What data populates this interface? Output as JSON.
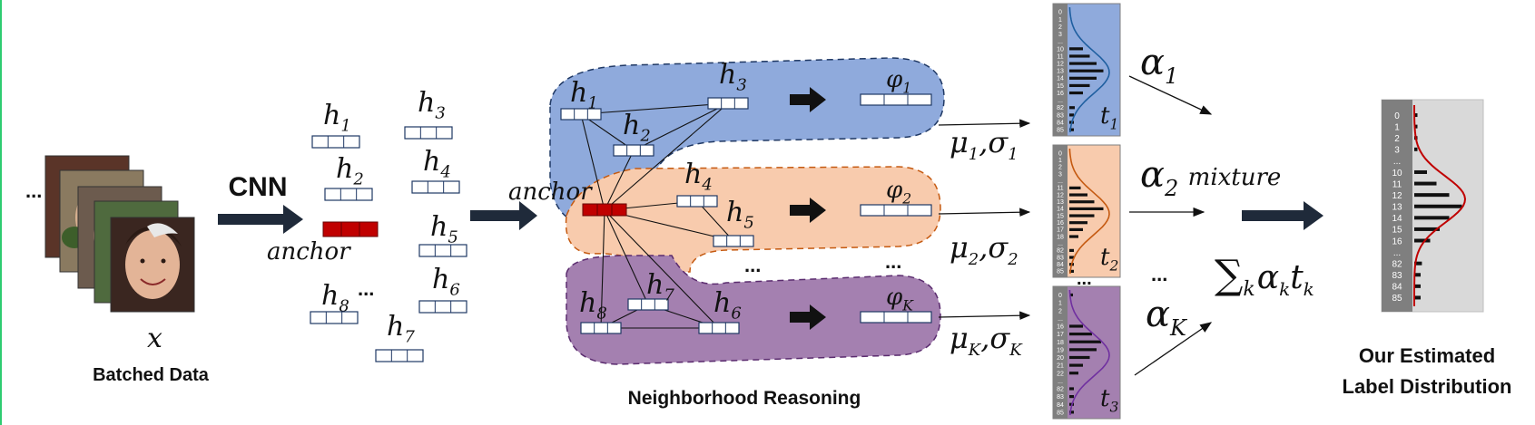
{
  "input": {
    "ellipsis": "...",
    "symbol": "x",
    "caption": "Batched Data"
  },
  "cnn_label": "CNN",
  "features": {
    "nodes": [
      {
        "base": "h",
        "sub": "1"
      },
      {
        "base": "h",
        "sub": "2"
      },
      {
        "base": "h",
        "sub": "3"
      },
      {
        "base": "h",
        "sub": "4"
      },
      {
        "base": "h",
        "sub": "5"
      },
      {
        "base": "h",
        "sub": "6"
      },
      {
        "base": "h",
        "sub": "7"
      },
      {
        "base": "h",
        "sub": "8"
      }
    ],
    "anchor_label": "anchor",
    "ellipsis": "..."
  },
  "reasoning": {
    "anchor_label": "anchor",
    "caption": "Neighborhood Reasoning",
    "groups": [
      {
        "color": "#8faadc",
        "nodes": [
          {
            "base": "h",
            "sub": "1"
          },
          {
            "base": "h",
            "sub": "2"
          },
          {
            "base": "h",
            "sub": "3"
          }
        ],
        "phi": {
          "base": "φ",
          "sub": "1"
        },
        "params": {
          "mu": "μ",
          "mu_sub": "1",
          "sigma": "σ",
          "sigma_sub": "1",
          "sep": ","
        }
      },
      {
        "color": "#f8cbad",
        "nodes": [
          {
            "base": "h",
            "sub": "4"
          },
          {
            "base": "h",
            "sub": "5"
          }
        ],
        "phi": {
          "base": "φ",
          "sub": "2"
        },
        "params": {
          "mu": "μ",
          "mu_sub": "2",
          "sigma": "σ",
          "sigma_sub": "2",
          "sep": ","
        }
      },
      {
        "color": "#a480b0",
        "nodes": [
          {
            "base": "h",
            "sub": "8"
          },
          {
            "base": "h",
            "sub": "7"
          },
          {
            "base": "h",
            "sub": "6"
          }
        ],
        "phi": {
          "base": "φ",
          "sub": "K"
        },
        "params": {
          "mu": "μ",
          "mu_sub": "K",
          "sigma": "σ",
          "sigma_sub": "K",
          "sep": ","
        }
      }
    ],
    "ellipsis_a": "...",
    "ellipsis_b": "..."
  },
  "templates": {
    "panels": [
      {
        "color": "#8faadc",
        "curve": "#1f5fa0",
        "label": {
          "base": "t",
          "sub": "1"
        },
        "ticks": [
          "0",
          "1",
          "2",
          "3",
          "...",
          "10",
          "11",
          "12",
          "13",
          "14",
          "15",
          "16",
          "...",
          "82",
          "83",
          "84",
          "85"
        ],
        "bars": [
          0,
          0,
          0,
          0,
          0,
          0.3,
          0.45,
          0.6,
          0.75,
          0.6,
          0.45,
          0.3,
          0,
          0.12,
          0.1,
          0.1,
          0.1
        ]
      },
      {
        "color": "#f8cbad",
        "curve": "#c55a11",
        "label": {
          "base": "t",
          "sub": "2"
        },
        "ticks": [
          "0",
          "1",
          "2",
          "3",
          "...",
          "11",
          "12",
          "13",
          "14",
          "15",
          "16",
          "17",
          "18",
          "...",
          "82",
          "83",
          "84",
          "85"
        ],
        "bars": [
          0,
          0,
          0,
          0,
          0,
          0.25,
          0.4,
          0.55,
          0.75,
          0.55,
          0.4,
          0.3,
          0.2,
          0,
          0.1,
          0.1,
          0.1,
          0.1
        ]
      },
      {
        "color": "#a480b0",
        "curve": "#7030a0",
        "label": {
          "base": "t",
          "sub": "3"
        },
        "ticks": [
          "0",
          "1",
          "2",
          "...",
          "16",
          "17",
          "18",
          "19",
          "20",
          "21",
          "22",
          "...",
          "82",
          "83",
          "84",
          "85"
        ],
        "bars": [
          0.08,
          0,
          0,
          0,
          0.3,
          0.5,
          0.7,
          0.6,
          0.45,
          0.3,
          0.2,
          0,
          0.1,
          0.1,
          0.1,
          0.1
        ]
      }
    ],
    "ellipsis": "..."
  },
  "mixture": {
    "alphas": [
      {
        "base": "α",
        "sub": "1"
      },
      {
        "base": "α",
        "sub": "2"
      },
      {
        "base": "α",
        "sub": "K"
      }
    ],
    "ellipsis": "...",
    "word": "mixture",
    "sum": {
      "sigma": "∑",
      "idx": "k",
      "alpha": "α",
      "asub": "k",
      "t": "t",
      "tsub": "k"
    }
  },
  "output": {
    "ticks": [
      "0",
      "1",
      "2",
      "3",
      "...",
      "10",
      "11",
      "12",
      "13",
      "14",
      "15",
      "16",
      "...",
      "82",
      "83",
      "84",
      "85"
    ],
    "bars": [
      0.05,
      0.05,
      0.05,
      0.05,
      0,
      0.2,
      0.35,
      0.55,
      0.75,
      0.55,
      0.4,
      0.25,
      0,
      0.12,
      0.1,
      0.1,
      0.1
    ],
    "curve": "#c00000",
    "caption_line1": "Our Estimated",
    "caption_line2": "Label Distribution"
  }
}
